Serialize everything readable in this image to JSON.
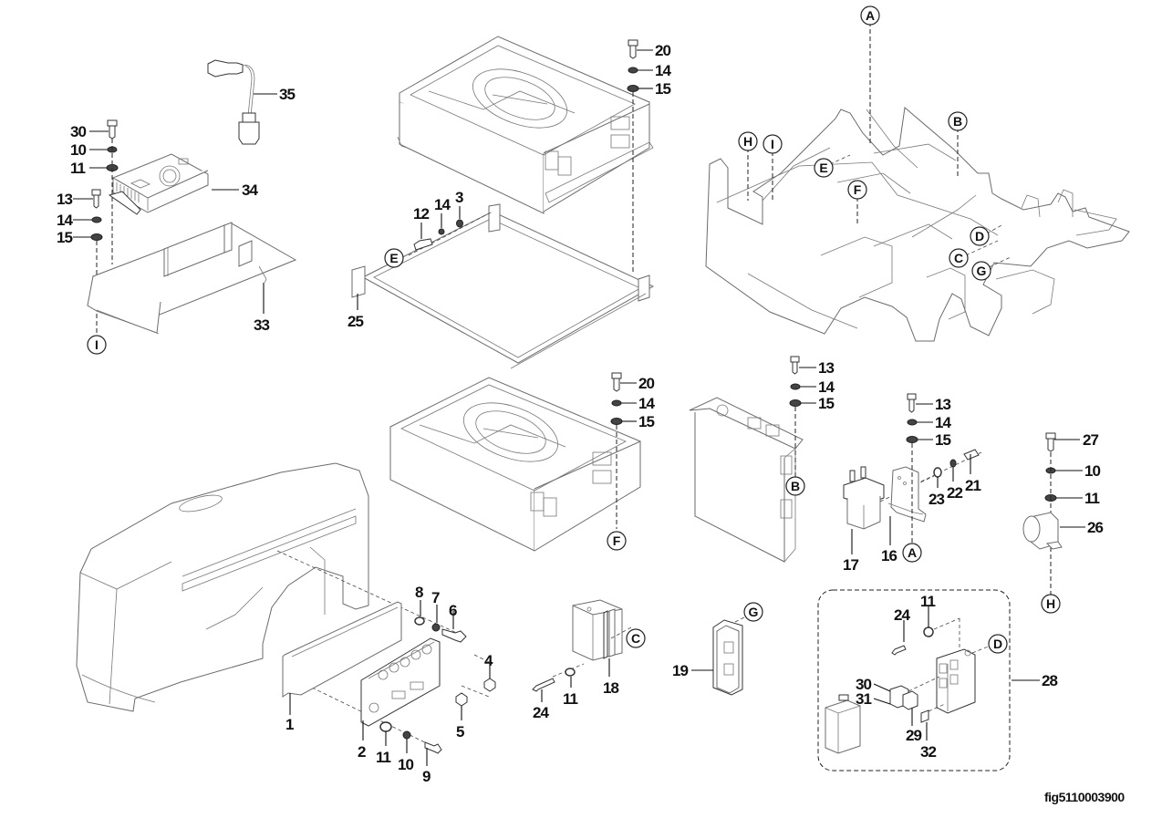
{
  "figure_id": "fig5110003900",
  "callouts": {
    "charger_group": [
      "35",
      "30",
      "10",
      "11",
      "34",
      "13",
      "14",
      "15",
      "33"
    ],
    "upper_controller_group": [
      "20",
      "14",
      "15",
      "12",
      "14",
      "3",
      "25"
    ],
    "lower_controller_group": [
      "20",
      "14",
      "15"
    ],
    "module_group": [
      "13",
      "14",
      "15",
      "13",
      "14",
      "15",
      "23",
      "22",
      "21",
      "17",
      "16"
    ],
    "horn_group": [
      "27",
      "10",
      "11",
      "26"
    ],
    "cover_group": [
      "8",
      "7",
      "6",
      "4",
      "5",
      "1",
      "2",
      "11",
      "10",
      "9"
    ],
    "small_parts": [
      "24",
      "11",
      "18",
      "19"
    ],
    "fuse_box_group": [
      "24",
      "11",
      "30",
      "31",
      "29",
      "32",
      "28"
    ]
  },
  "reference_markers": {
    "frame": [
      "A",
      "B",
      "H",
      "I",
      "E",
      "F",
      "D",
      "C",
      "G"
    ],
    "charger_bottom": "I",
    "bracket_left": "E",
    "lower_controller": "F",
    "module": "B",
    "relay_bracket": "A",
    "horn": "H",
    "heat_sink": "C",
    "display": "G",
    "fuse_box": "D"
  }
}
